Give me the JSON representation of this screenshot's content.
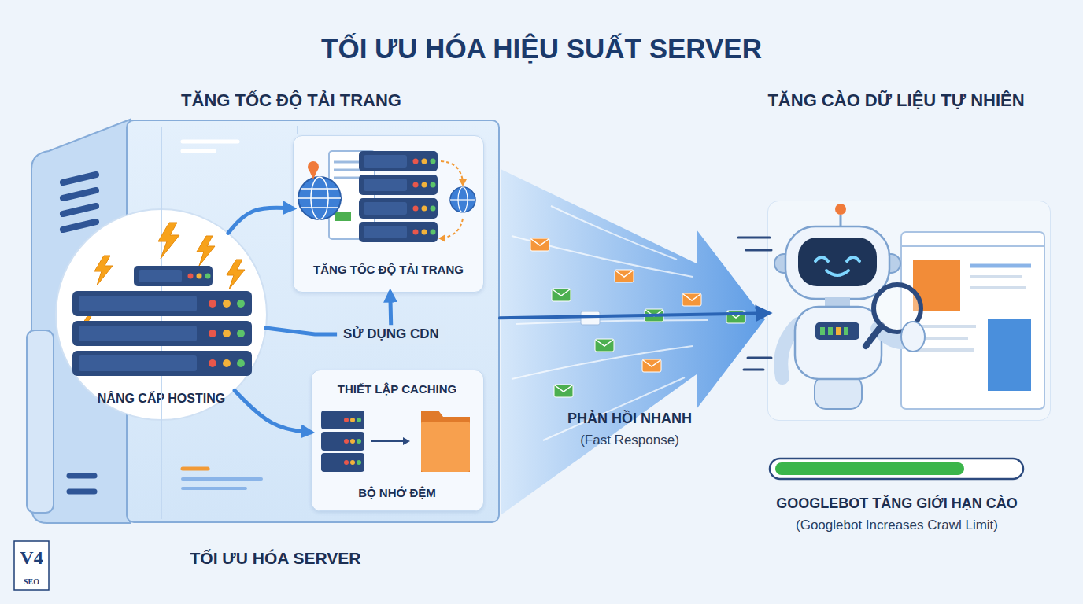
{
  "diagram": {
    "title": "TỐI ƯU HÓA HIỆU SUẤT SERVER",
    "nodes": [
      {
        "text": [
          "TĂNG TỐC ĐỘ TẢI TRANG",
          "TỐI ƯU HÓA SERVER"
        ]
      },
      {
        "text": [
          "NÂNG CẤP HOSTING"
        ],
        "in": 0
      },
      {
        "text": [
          "TĂNG TỐC ĐỘ TẢI TRANG"
        ],
        "in": 0
      },
      {
        "text": [
          "THIẾT LẬP CACHING",
          "BỘ NHỚ ĐỆM"
        ],
        "in": 0
      },
      {
        "text": [
          "TĂNG CÀO DỮ LIỆU TỰ NHIÊN",
          "GOOGLEBOT TĂNG GIỚI HẠN CÀO",
          "(Googlebot Increases Crawl Limit)"
        ]
      }
    ],
    "edges": [
      {
        "from": 1,
        "to": 2,
        "arrow": "to"
      },
      {
        "from": 1,
        "to": 2,
        "label": "SỬ DỤNG CDN",
        "arrow": "to"
      },
      {
        "from": 1,
        "to": 3,
        "arrow": "to"
      },
      {
        "from": 0,
        "to": 4,
        "label": "PHẢN HỒI NHANH",
        "arrow": "to"
      }
    ],
    "labels": [
      "(Fast Response)",
      "V4",
      "SEO"
    ]
  }
}
